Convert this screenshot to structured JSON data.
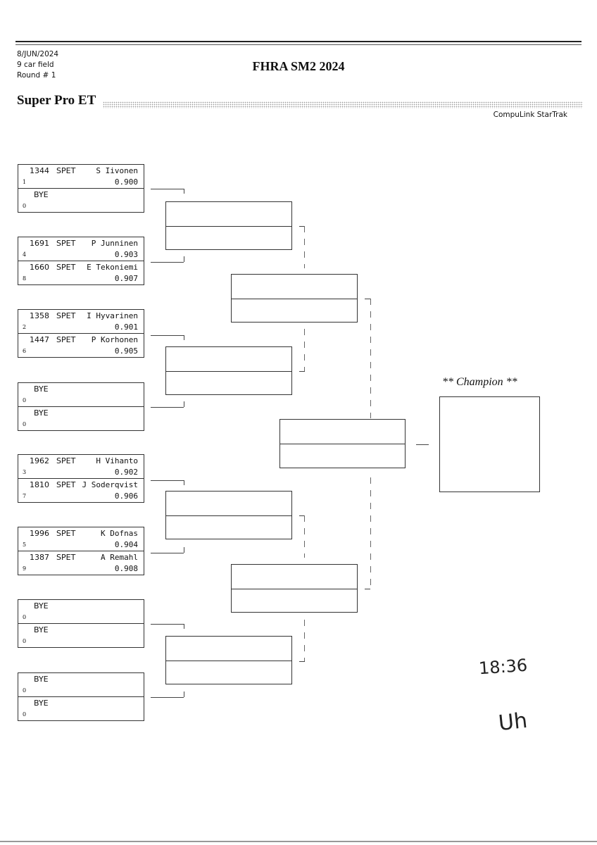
{
  "header": {
    "date": "8/JUN/2024",
    "field": "9 car field",
    "round": "Round # 1",
    "title": "FHRA SM2 2024",
    "event": "Super Pro ET",
    "software": "CompuLink StarTrak"
  },
  "entries": [
    {
      "top": {
        "num": "1344",
        "cls": "SPET",
        "driver": "S Iivonen",
        "dial": "0.900",
        "seed": "1"
      },
      "bot": {
        "bye": "BYE",
        "seed": "0"
      }
    },
    {
      "top": {
        "num": "1691",
        "cls": "SPET",
        "driver": "P Junninen",
        "dial": "0.903",
        "seed": "4"
      },
      "bot": {
        "num": "1660",
        "cls": "SPET",
        "driver": "E Tekoniemi",
        "dial": "0.907",
        "seed": "8"
      }
    },
    {
      "top": {
        "num": "1358",
        "cls": "SPET",
        "driver": "I Hyvarinen",
        "dial": "0.901",
        "seed": "2"
      },
      "bot": {
        "num": "1447",
        "cls": "SPET",
        "driver": "P Korhonen",
        "dial": "0.905",
        "seed": "6"
      }
    },
    {
      "top": {
        "bye": "BYE",
        "seed": "0"
      },
      "bot": {
        "bye": "BYE",
        "seed": "0"
      }
    },
    {
      "top": {
        "num": "1962",
        "cls": "SPET",
        "driver": "H Vihanto",
        "dial": "0.902",
        "seed": "3"
      },
      "bot": {
        "num": "1810",
        "cls": "SPET",
        "driver": "J Soderqvist",
        "dial": "0.906",
        "seed": "7"
      }
    },
    {
      "top": {
        "num": "1996",
        "cls": "SPET",
        "driver": "K Dofnas",
        "dial": "0.904",
        "seed": "5"
      },
      "bot": {
        "num": "1387",
        "cls": "SPET",
        "driver": "A Remahl",
        "dial": "0.908",
        "seed": "9"
      }
    },
    {
      "top": {
        "bye": "BYE",
        "seed": "0"
      },
      "bot": {
        "bye": "BYE",
        "seed": "0"
      }
    },
    {
      "top": {
        "bye": "BYE",
        "seed": "0"
      },
      "bot": {
        "bye": "BYE",
        "seed": "0"
      }
    }
  ],
  "champion_label": "** Champion **",
  "handwriting": {
    "time": "18:36",
    "initials": "Uh"
  }
}
